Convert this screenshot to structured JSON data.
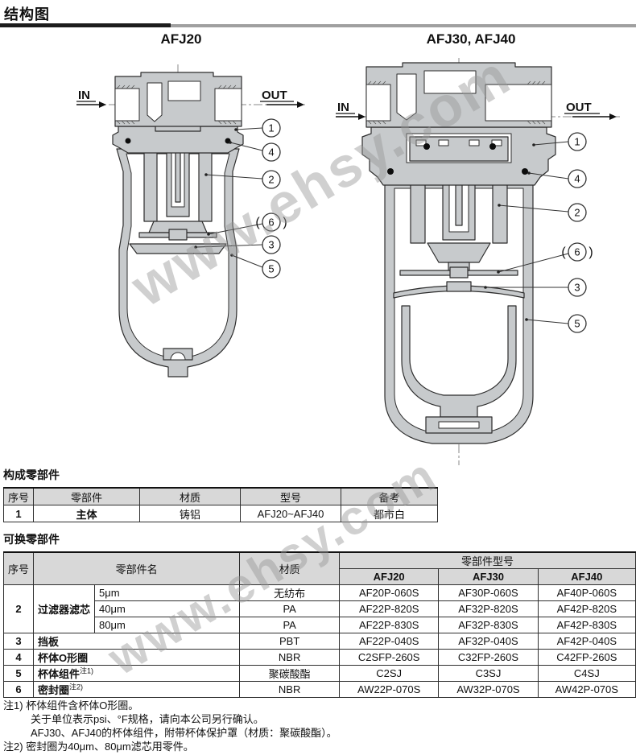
{
  "page": {
    "section_title": "结构图",
    "watermark": "www.ehsy.com"
  },
  "diagrams": {
    "left": {
      "title": "AFJ20",
      "in": "IN",
      "out": "OUT",
      "callouts": [
        {
          "n": "1"
        },
        {
          "n": "4"
        },
        {
          "n": "2"
        },
        {
          "n": "6",
          "po": "(",
          "pc": ")"
        },
        {
          "n": "3"
        },
        {
          "n": "5"
        }
      ]
    },
    "right": {
      "title": "AFJ30, AFJ40",
      "in": "IN",
      "out": "OUT",
      "callouts": [
        {
          "n": "1"
        },
        {
          "n": "4"
        },
        {
          "n": "2"
        },
        {
          "n": "6",
          "po": "(",
          "pc": ")"
        },
        {
          "n": "3"
        },
        {
          "n": "5"
        }
      ]
    }
  },
  "components_table": {
    "title": "构成零部件",
    "headers": [
      "序号",
      "零部件",
      "材质",
      "型号",
      "备考"
    ],
    "row": [
      "1",
      "主体",
      "铸铝",
      "AFJ20~AFJ40",
      "都市白"
    ]
  },
  "replaceable_table": {
    "title": "可换零部件",
    "h_no": "序号",
    "h_name": "零部件名",
    "h_material": "材质",
    "h_partno": "零部件型号",
    "h_models": [
      "AFJ20",
      "AFJ30",
      "AFJ40"
    ],
    "filter_row": {
      "no": "2",
      "name": "过滤器滤芯",
      "grades": [
        {
          "grade": "5μm",
          "material": "无纺布",
          "afj20": "AF20P-060S",
          "afj30": "AF30P-060S",
          "afj40": "AF40P-060S"
        },
        {
          "grade": "40μm",
          "material": "PA",
          "afj20": "AF22P-820S",
          "afj30": "AF32P-820S",
          "afj40": "AF42P-820S"
        },
        {
          "grade": "80μm",
          "material": "PA",
          "afj20": "AF22P-830S",
          "afj30": "AF32P-830S",
          "afj40": "AF42P-830S"
        }
      ]
    },
    "rows": [
      {
        "no": "3",
        "name": "挡板",
        "note_ref": "",
        "material": "PBT",
        "afj20": "AF22P-040S",
        "afj30": "AF32P-040S",
        "afj40": "AF42P-040S"
      },
      {
        "no": "4",
        "name": "杯体O形圈",
        "note_ref": "",
        "material": "NBR",
        "afj20": "C2SFP-260S",
        "afj30": "C32FP-260S",
        "afj40": "C42FP-260S"
      },
      {
        "no": "5",
        "name": "杯体组件",
        "note_ref": "注1)",
        "material": "聚碳酸酯",
        "afj20": "C2SJ",
        "afj30": "C3SJ",
        "afj40": "C4SJ"
      },
      {
        "no": "6",
        "name": "密封圈",
        "note_ref": "注2)",
        "material": "NBR",
        "afj20": "AW22P-070S",
        "afj30": "AW32P-070S",
        "afj40": "AW42P-070S"
      }
    ]
  },
  "notes": {
    "n1_label": "注1)",
    "n1_line1": "杯体组件含杯体O形圈。",
    "n1_line2": "关于单位表示psi、°F规格，请向本公司另行确认。",
    "n1_line3": "AFJ30、AFJ40的杯体组件，附带杯体保护罩（材质：聚碳酸酯）。",
    "n2_label": "注2)",
    "n2_line1": "密封圈为40μm、80μm滤芯用零件。"
  }
}
